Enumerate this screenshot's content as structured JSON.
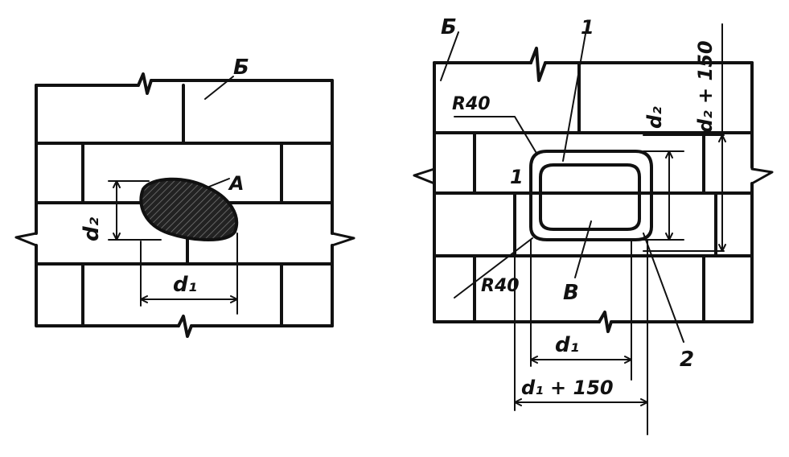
{
  "left_figure": {
    "wall_label": "Б",
    "damage_label": "A",
    "dim_height": "d₂",
    "dim_width": "d₁"
  },
  "right_figure": {
    "wall_label": "Б",
    "radius_top": "R40",
    "radius_bottom": "R40",
    "callout_1": "1",
    "callout_1_left": "1",
    "callout_2": "2",
    "patch_label": "B",
    "dim_height": "d₂",
    "dim_height_plus": "d₂ + 150",
    "dim_width": "d₁",
    "dim_width_plus": "d₁ + 150"
  },
  "colors": {
    "ink": "#111111",
    "background": "#ffffff"
  }
}
